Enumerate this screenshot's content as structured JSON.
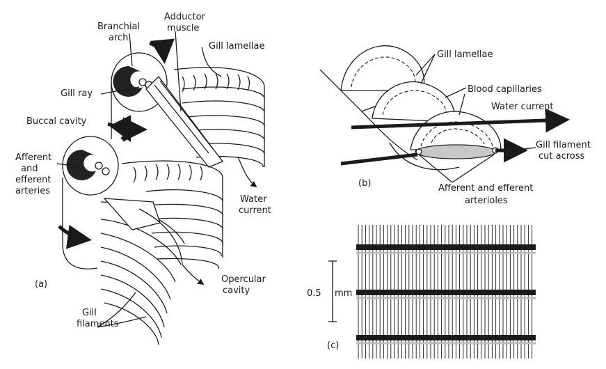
{
  "panel_a": {
    "label": "(a)",
    "branchial_arch": [
      "Branchial",
      "arch"
    ],
    "adductor_muscle": [
      "Adductor",
      "muscle"
    ],
    "gill_lamellae": "Gill lamellae",
    "gill_ray": "Gill ray",
    "buccal_cavity": "Buccal cavity",
    "arteries": [
      "Afferent",
      "and",
      "efferent",
      "arteries"
    ],
    "water_current": [
      "Water",
      "current"
    ],
    "opercular_cavity": [
      "Opercular",
      "cavity"
    ],
    "gill_filaments": [
      "Gill",
      "filaments"
    ]
  },
  "panel_b": {
    "label": "(b)",
    "gill_lamellae": "Gill lamellae",
    "blood_capillaries": "Blood capillaries",
    "water_current": "Water current",
    "gill_filament": [
      "Gill filament",
      "cut across"
    ],
    "arterioles": [
      "Afferent and efferent",
      "arterioles"
    ]
  },
  "panel_c": {
    "label": "(c)",
    "scale_value": "0.5",
    "scale_unit": "mm"
  }
}
